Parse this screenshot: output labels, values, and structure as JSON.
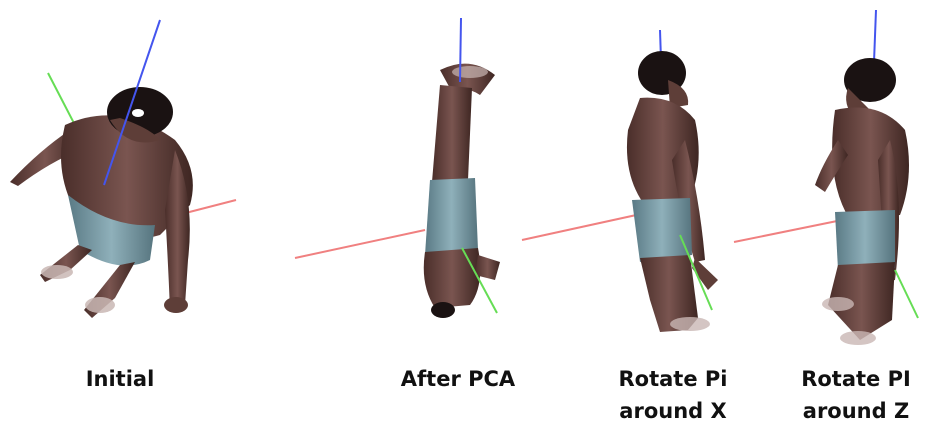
{
  "panels": [
    {
      "id": "initial",
      "caption": "Initial"
    },
    {
      "id": "after_pca",
      "caption": "After PCA"
    },
    {
      "id": "rotate_x",
      "caption": "Rotate Pi\naround X"
    },
    {
      "id": "rotate_z",
      "caption": "Rotate PI\naround Z"
    }
  ],
  "colors": {
    "axis_x": "#f08080",
    "axis_y": "#66dd55",
    "axis_z": "#4455ee",
    "skin": "#5e3e38",
    "skin_light": "#8a6660",
    "hair": "#1a1212",
    "shorts": "#6f8f9a"
  }
}
